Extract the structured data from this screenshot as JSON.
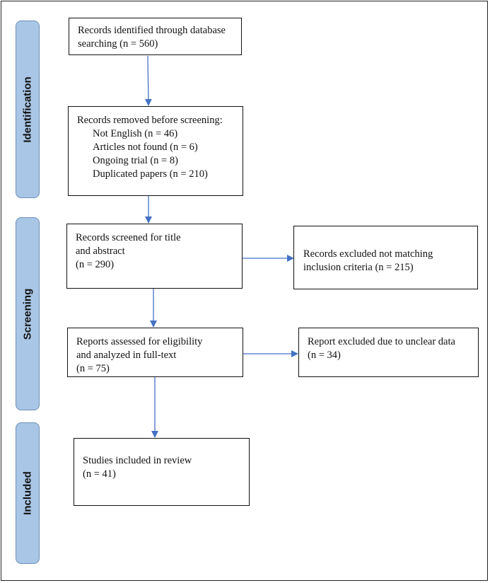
{
  "stages": {
    "identification": "Identification",
    "screening": "Screening",
    "included": "Included"
  },
  "boxes": {
    "identified": [
      "Records identified through database",
      "searching (n = 560)"
    ],
    "removed": {
      "heading": "Records removed before screening:",
      "items": [
        "Not English (n = 46)",
        "Articles not found (n = 6)",
        "Ongoing trial (n = 8)",
        "Duplicated papers (n = 210)"
      ]
    },
    "screened": [
      "Records screened for title",
      "and abstract",
      "(n = 290)"
    ],
    "excluded_criteria": [
      "Records excluded not matching",
      "inclusion criteria (n = 215)"
    ],
    "assessed": [
      "Reports assessed for eligibility",
      "and analyzed in full-text",
      "(n = 75)"
    ],
    "excluded_unclear": [
      "Report excluded due to unclear data",
      "(n = 34)"
    ],
    "included": [
      "Studies included in review",
      "(n = 41)"
    ]
  },
  "colors": {
    "stage_fill": "#a9c6e6",
    "arrow": "#4472c4"
  }
}
